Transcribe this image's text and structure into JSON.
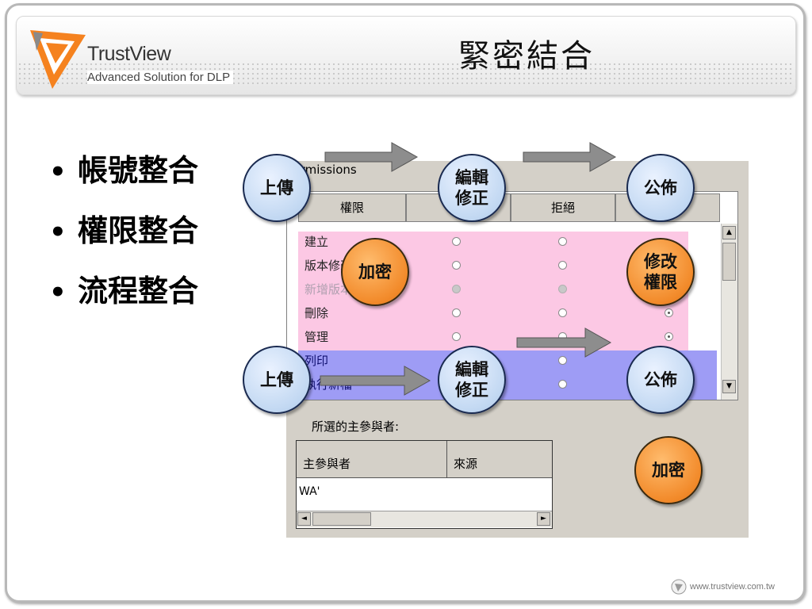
{
  "header": {
    "logo_name": "TrustView",
    "logo_tagline": "Advanced Solution for DLP",
    "title": "緊密結合"
  },
  "bullets": [
    "帳號整合",
    "權限整合",
    "流程整合"
  ],
  "bullet_glyph": "•",
  "dialog": {
    "permissions_label": "Permissions",
    "columns": [
      "權限",
      "",
      "拒絕",
      ""
    ],
    "rows": [
      {
        "label": "建立",
        "style": "normal"
      },
      {
        "label": "版本修改",
        "style": "normal"
      },
      {
        "label": "新增版本",
        "style": "grey"
      },
      {
        "label": "刪除",
        "style": "normal"
      },
      {
        "label": "管理",
        "style": "normal"
      },
      {
        "label": "列印",
        "style": "navy"
      },
      {
        "label": "執行新檔",
        "style": "navy"
      }
    ],
    "selected_actors_label": "所選的主參與者:",
    "actor_columns": [
      "主參與者",
      "來源"
    ],
    "actor_value": "WA'",
    "scroll_up": "▲",
    "scroll_down": "▼",
    "scroll_left": "◄",
    "scroll_right": "►"
  },
  "overlays": {
    "upload_top": "上傳",
    "edit_top": "編輯\n修正",
    "publish_top": "公佈",
    "encrypt_mid": "加密",
    "modify_perm": "修改\n權限",
    "upload_bottom": "上傳",
    "edit_bottom": "編輯\n修正",
    "publish_bottom": "公佈",
    "encrypt_bottom": "加密"
  },
  "footer": {
    "url": "www.trustview.com.tw"
  },
  "colors": {
    "bubble_blue": "#c2d8f2",
    "bubble_orange": "#f28a2a",
    "pink_band": "#fcc8e4",
    "blue_band": "#9e9cf5",
    "logo_orange": "#f5821f"
  }
}
